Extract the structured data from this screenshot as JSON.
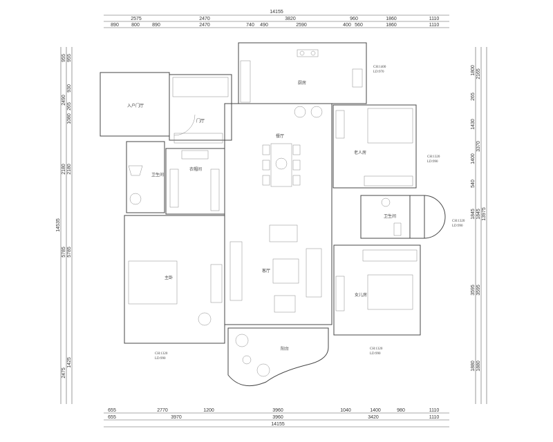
{
  "dimensions": {
    "top": {
      "overall": "14155",
      "row2": [
        "2575",
        "2470",
        "3820",
        "960",
        "1860",
        "1110"
      ],
      "row3": [
        "890",
        "800",
        "890",
        "2470",
        "740",
        "490",
        "2590",
        "400",
        "560",
        "1860",
        "1110"
      ]
    },
    "bottom": {
      "row1": [
        "655",
        "2770",
        "1200",
        "3960",
        "1040",
        "1400",
        "980",
        "1110"
      ],
      "row2": [
        "655",
        "3970",
        "3960",
        "3420",
        "1110"
      ],
      "overall": "14155"
    },
    "left": {
      "overall": "14535",
      "outer": [
        "955",
        "2490",
        "2180",
        "5785",
        "2475"
      ],
      "inner": [
        "955",
        "930",
        "265",
        "1080",
        "2180",
        "5785",
        "1425"
      ]
    },
    "right": {
      "inner": [
        "1800",
        "265",
        "1430",
        "1400",
        "540",
        "1845",
        "3595",
        "1880"
      ],
      "outer": [
        "2165",
        "3370",
        "1845",
        "3595",
        "1880"
      ],
      "overall": "13975"
    }
  },
  "rooms": {
    "entry_hall": "入户门厅",
    "foyer": "门厅",
    "bathroom_left": "卫生间",
    "walk_in_closet": "衣帽间",
    "kitchen": "厨房",
    "dining": "餐厅",
    "elder_room": "老人房",
    "bathroom_right": "卫生间",
    "daughter_room": "女儿房",
    "master_bedroom": "主卧",
    "living_room": "客厅",
    "balcony": "阳台"
  },
  "window_notes": {
    "kitchen": [
      "CH:1400",
      "LD:970"
    ],
    "elder_room": [
      "CH:1320",
      "LD:990"
    ],
    "bathroom_right": [
      "CH:1320",
      "LD:990"
    ],
    "daughter_room": [
      "CH:1320",
      "LD:990"
    ],
    "master_bedroom": [
      "CH:1320",
      "LD:990"
    ]
  }
}
